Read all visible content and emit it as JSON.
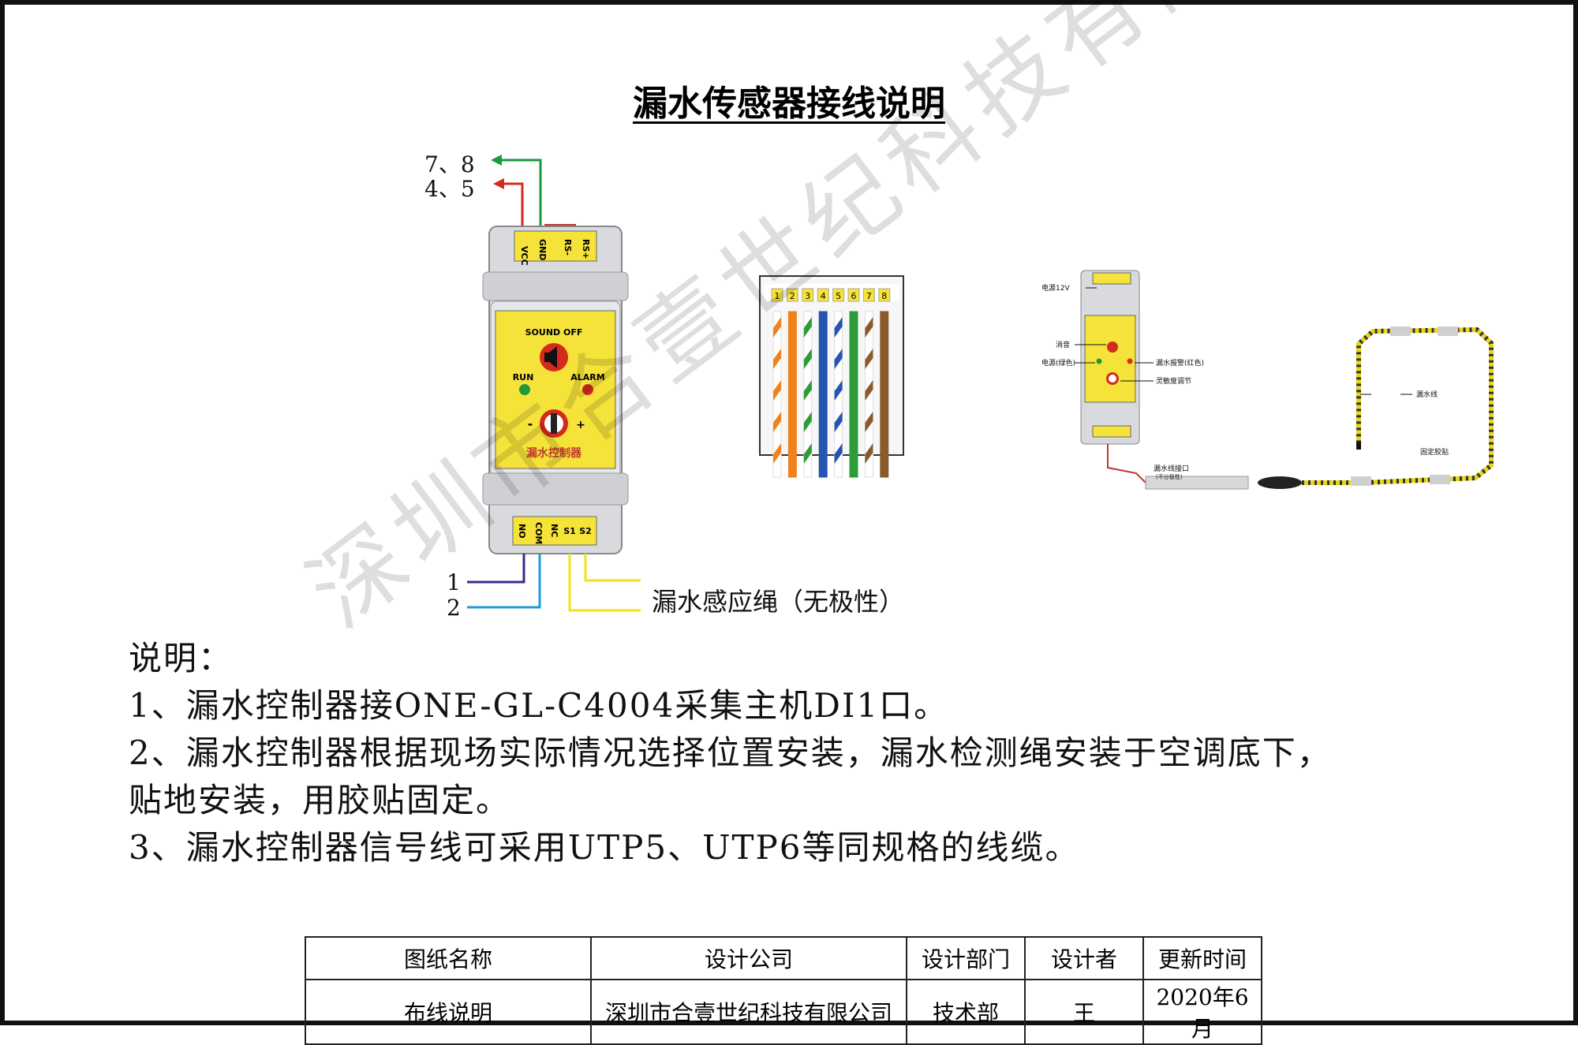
{
  "title": "漏水传感器接线说明",
  "watermark": "深圳市合壹世纪科技有限公司",
  "top_wires": {
    "green_label": "7、8",
    "red_label": "4、5"
  },
  "bottom_wires": {
    "purple_label": "1",
    "blue_label": "2",
    "yellow_label": "漏水感应绳（无极性）"
  },
  "controller": {
    "top_terminals": [
      "VCC",
      "GND",
      "RS-",
      "RS+"
    ],
    "sound_off": "SOUND OFF",
    "run": "RUN",
    "alarm": "ALARM",
    "minus": "-",
    "plus": "+",
    "name": "漏水控制器",
    "bottom_terminals": [
      "NO",
      "COM",
      "NC",
      "S1",
      "S2"
    ]
  },
  "rj45": {
    "pins": [
      "1",
      "2",
      "3",
      "4",
      "5",
      "6",
      "7",
      "8"
    ],
    "colors": [
      "orange-white",
      "orange",
      "green-white",
      "blue",
      "blue-white",
      "green",
      "brown-white",
      "brown"
    ]
  },
  "install": {
    "power": "电源12V",
    "mute": "消音",
    "power_led": "电源(绿色)",
    "leak_alarm": "漏水报警(红色)",
    "sensitivity": "灵敏度调节",
    "leak_wire": "漏水线",
    "interface": "漏水线接口",
    "interface_note": "(不分极性)",
    "fixing": "固定胶贴"
  },
  "notes": [
    "说明：",
    "1、漏水控制器接ONE-GL-C4004采集主机DI1口。",
    "2、漏水控制器根据现场实际情况选择位置安装，漏水检测绳安装于空调底下，",
    "贴地安装，用胶贴固定。",
    "3、漏水控制器信号线可采用UTP5、UTP6等同规格的线缆。"
  ],
  "info_table": {
    "headers": [
      "图纸名称",
      "设计公司",
      "设计部门",
      "设计者",
      "更新时间"
    ],
    "values": [
      "布线说明",
      "深圳市合壹世纪科技有限公司",
      "技术部",
      "王",
      "2020年6月"
    ]
  },
  "colors": {
    "panel_yellow": "#f6e33a",
    "housing": "#d9dade",
    "wire_green": "#1a9a3a",
    "wire_red": "#d32a1e",
    "wire_purple": "#3a2a8a",
    "wire_blue": "#1d9bd6",
    "wire_yellow": "#f1e21a"
  }
}
